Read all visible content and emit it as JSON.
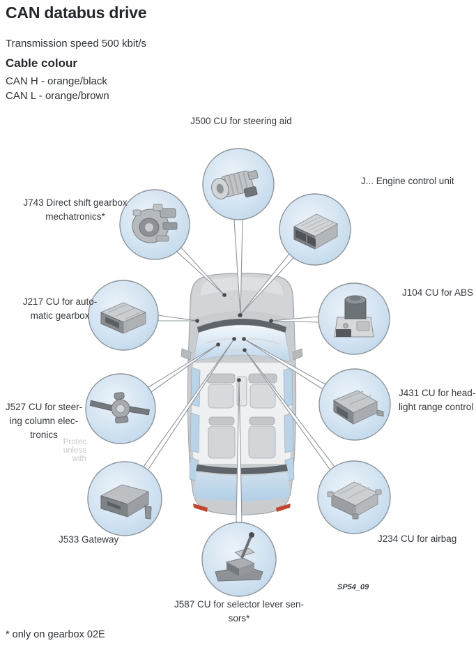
{
  "page": {
    "title": "CAN databus drive",
    "subtitle": "Transmission speed 500 kbit/s",
    "cable_heading": "Cable colour",
    "can_h": "CAN H - orange/black",
    "can_l": "CAN L - orange/brown",
    "footnote": "* only on gearbox 02E",
    "figure_code": "SP54_09"
  },
  "watermark": {
    "text": "Protec\nunless\nwith"
  },
  "colors": {
    "circle_fill_light": "#e9f1f8",
    "circle_fill_deep": "#bdd6ea",
    "circle_ring": "#8d949b",
    "leader_line": "#8d949b",
    "leader_dot": "#46494d",
    "car_body": "#c9cdd0",
    "cowl_dark": "#5f646a",
    "window_blue": "#bcd5ea",
    "taillight_red": "#c0452f",
    "text": "#35393d"
  },
  "diagram": {
    "center_illustration": "car-top-view",
    "nodes": [
      {
        "id": "j500",
        "label": "J500 CU for steering aid",
        "icon": "steering-aid-motor-icon"
      },
      {
        "id": "j743",
        "label": "J743 Direct shift gearbox\nmechatronics*",
        "icon": "gearbox-mechatronics-icon"
      },
      {
        "id": "engine",
        "label": "J... Engine control unit",
        "icon": "engine-ecu-icon"
      },
      {
        "id": "j217",
        "label": "J217 CU for auto-\nmatic gearbox",
        "icon": "ecu-box-icon"
      },
      {
        "id": "j104",
        "label": "J104 CU for ABS",
        "icon": "abs-unit-icon"
      },
      {
        "id": "j527",
        "label": "J527 CU for steer-\ning column elec-\ntronics",
        "icon": "column-switch-icon"
      },
      {
        "id": "j431",
        "label": "J431 CU for head-\nlight range control",
        "icon": "ecu-box-icon"
      },
      {
        "id": "j533",
        "label": "J533 Gateway",
        "icon": "gateway-box-icon"
      },
      {
        "id": "j234",
        "label": "J234 CU for airbag",
        "icon": "airbag-ecu-icon"
      },
      {
        "id": "j587",
        "label": "J587 CU for selector lever sen-\nsors*",
        "icon": "selector-lever-icon"
      }
    ]
  }
}
